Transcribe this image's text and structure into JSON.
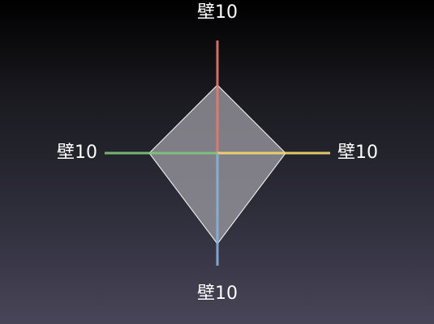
{
  "chart_data": {
    "type": "radar",
    "axes": [
      {
        "label": "壁10",
        "color": "#e87a6e",
        "value": 0.6
      },
      {
        "label": "壁10",
        "color": "#f6d870",
        "value": 0.6
      },
      {
        "label": "壁10",
        "color": "#86b2df",
        "value": 0.8
      },
      {
        "label": "壁10",
        "color": "#7fc77d",
        "value": 0.6
      }
    ],
    "max": 1,
    "fill_color": "#9a98a0",
    "stroke_color": "#ffffff"
  }
}
